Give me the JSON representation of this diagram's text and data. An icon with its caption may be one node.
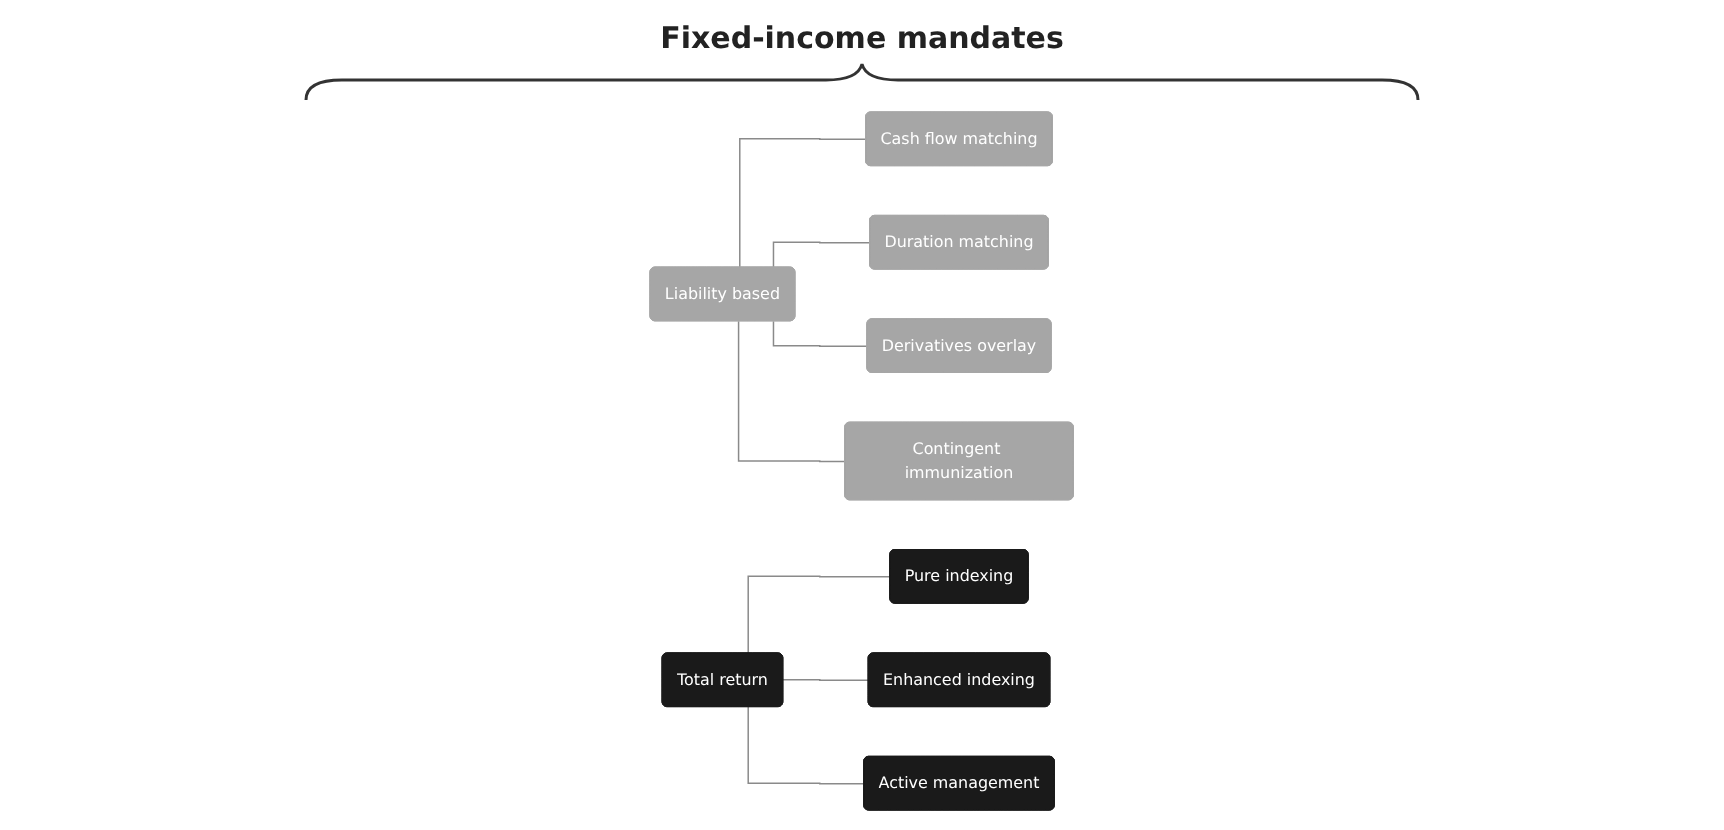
{
  "diagram": {
    "title": "Fixed-income mandates",
    "nodes": [
      {
        "text": [
          "Liability based"
        ]
      },
      {
        "text": [
          "Cash flow matching"
        ]
      },
      {
        "text": [
          "Duration matching"
        ]
      },
      {
        "text": [
          "Derivatives overlay"
        ]
      },
      {
        "text": [
          "Contingent immunization"
        ]
      },
      {
        "text": [
          "Total return"
        ]
      },
      {
        "text": [
          "Pure indexing"
        ]
      },
      {
        "text": [
          "Enhanced indexing"
        ]
      },
      {
        "text": [
          "Active management"
        ]
      }
    ],
    "edges": [
      {
        "from": 0,
        "to": 1,
        "arrow": "none"
      },
      {
        "from": 0,
        "to": 2,
        "arrow": "none"
      },
      {
        "from": 0,
        "to": 3,
        "arrow": "none"
      },
      {
        "from": 0,
        "to": 4,
        "arrow": "none"
      },
      {
        "from": 5,
        "to": 6,
        "arrow": "none"
      },
      {
        "from": 5,
        "to": 7,
        "arrow": "none"
      },
      {
        "from": 5,
        "to": 8,
        "arrow": "none"
      }
    ]
  }
}
